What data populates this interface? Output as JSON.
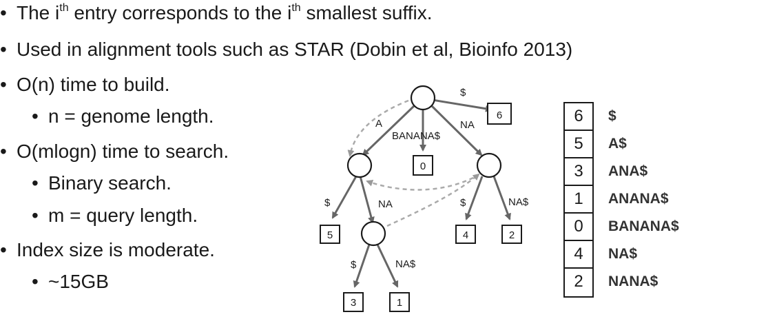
{
  "bullets": [
    {
      "level": 1,
      "pre": "The i",
      "sup1": "th",
      "mid": " entry corresponds to the i",
      "sup2": "th",
      "post": " smallest suffix."
    },
    {
      "level": 1,
      "text": "Used in alignment tools such as STAR (Dobin et al, Bioinfo 2013)"
    },
    {
      "level": 1,
      "text": "O(n) time to build."
    },
    {
      "level": 2,
      "text": "n = genome length."
    },
    {
      "level": 1,
      "text": "O(mlogn) time to search."
    },
    {
      "level": 2,
      "text": "Binary search."
    },
    {
      "level": 2,
      "text": "m = query length."
    },
    {
      "level": 1,
      "text": "Index size is moderate."
    },
    {
      "level": 2,
      "text": "~15GB"
    }
  ],
  "bullet_glyph": "•",
  "tree": {
    "edge_labels": {
      "root_dollar": "$",
      "root_a": "A",
      "root_banana": "BANANA$",
      "root_na": "NA",
      "a_dollar": "$",
      "a_na": "NA",
      "ana_dollar": "$",
      "ana_na": "NA$",
      "na_dollar": "$",
      "na_na": "NA$"
    },
    "leaves": {
      "l6": "6",
      "l0": "0",
      "l5": "5",
      "l3": "3",
      "l1": "1",
      "l4": "4",
      "l2": "2"
    }
  },
  "suffix_array": [
    {
      "index": "6",
      "suffix": "$"
    },
    {
      "index": "5",
      "suffix": "A$"
    },
    {
      "index": "3",
      "suffix": "ANA$"
    },
    {
      "index": "1",
      "suffix": "ANANA$"
    },
    {
      "index": "0",
      "suffix": "BANANA$"
    },
    {
      "index": "4",
      "suffix": "NA$"
    },
    {
      "index": "2",
      "suffix": "NANA$"
    }
  ]
}
